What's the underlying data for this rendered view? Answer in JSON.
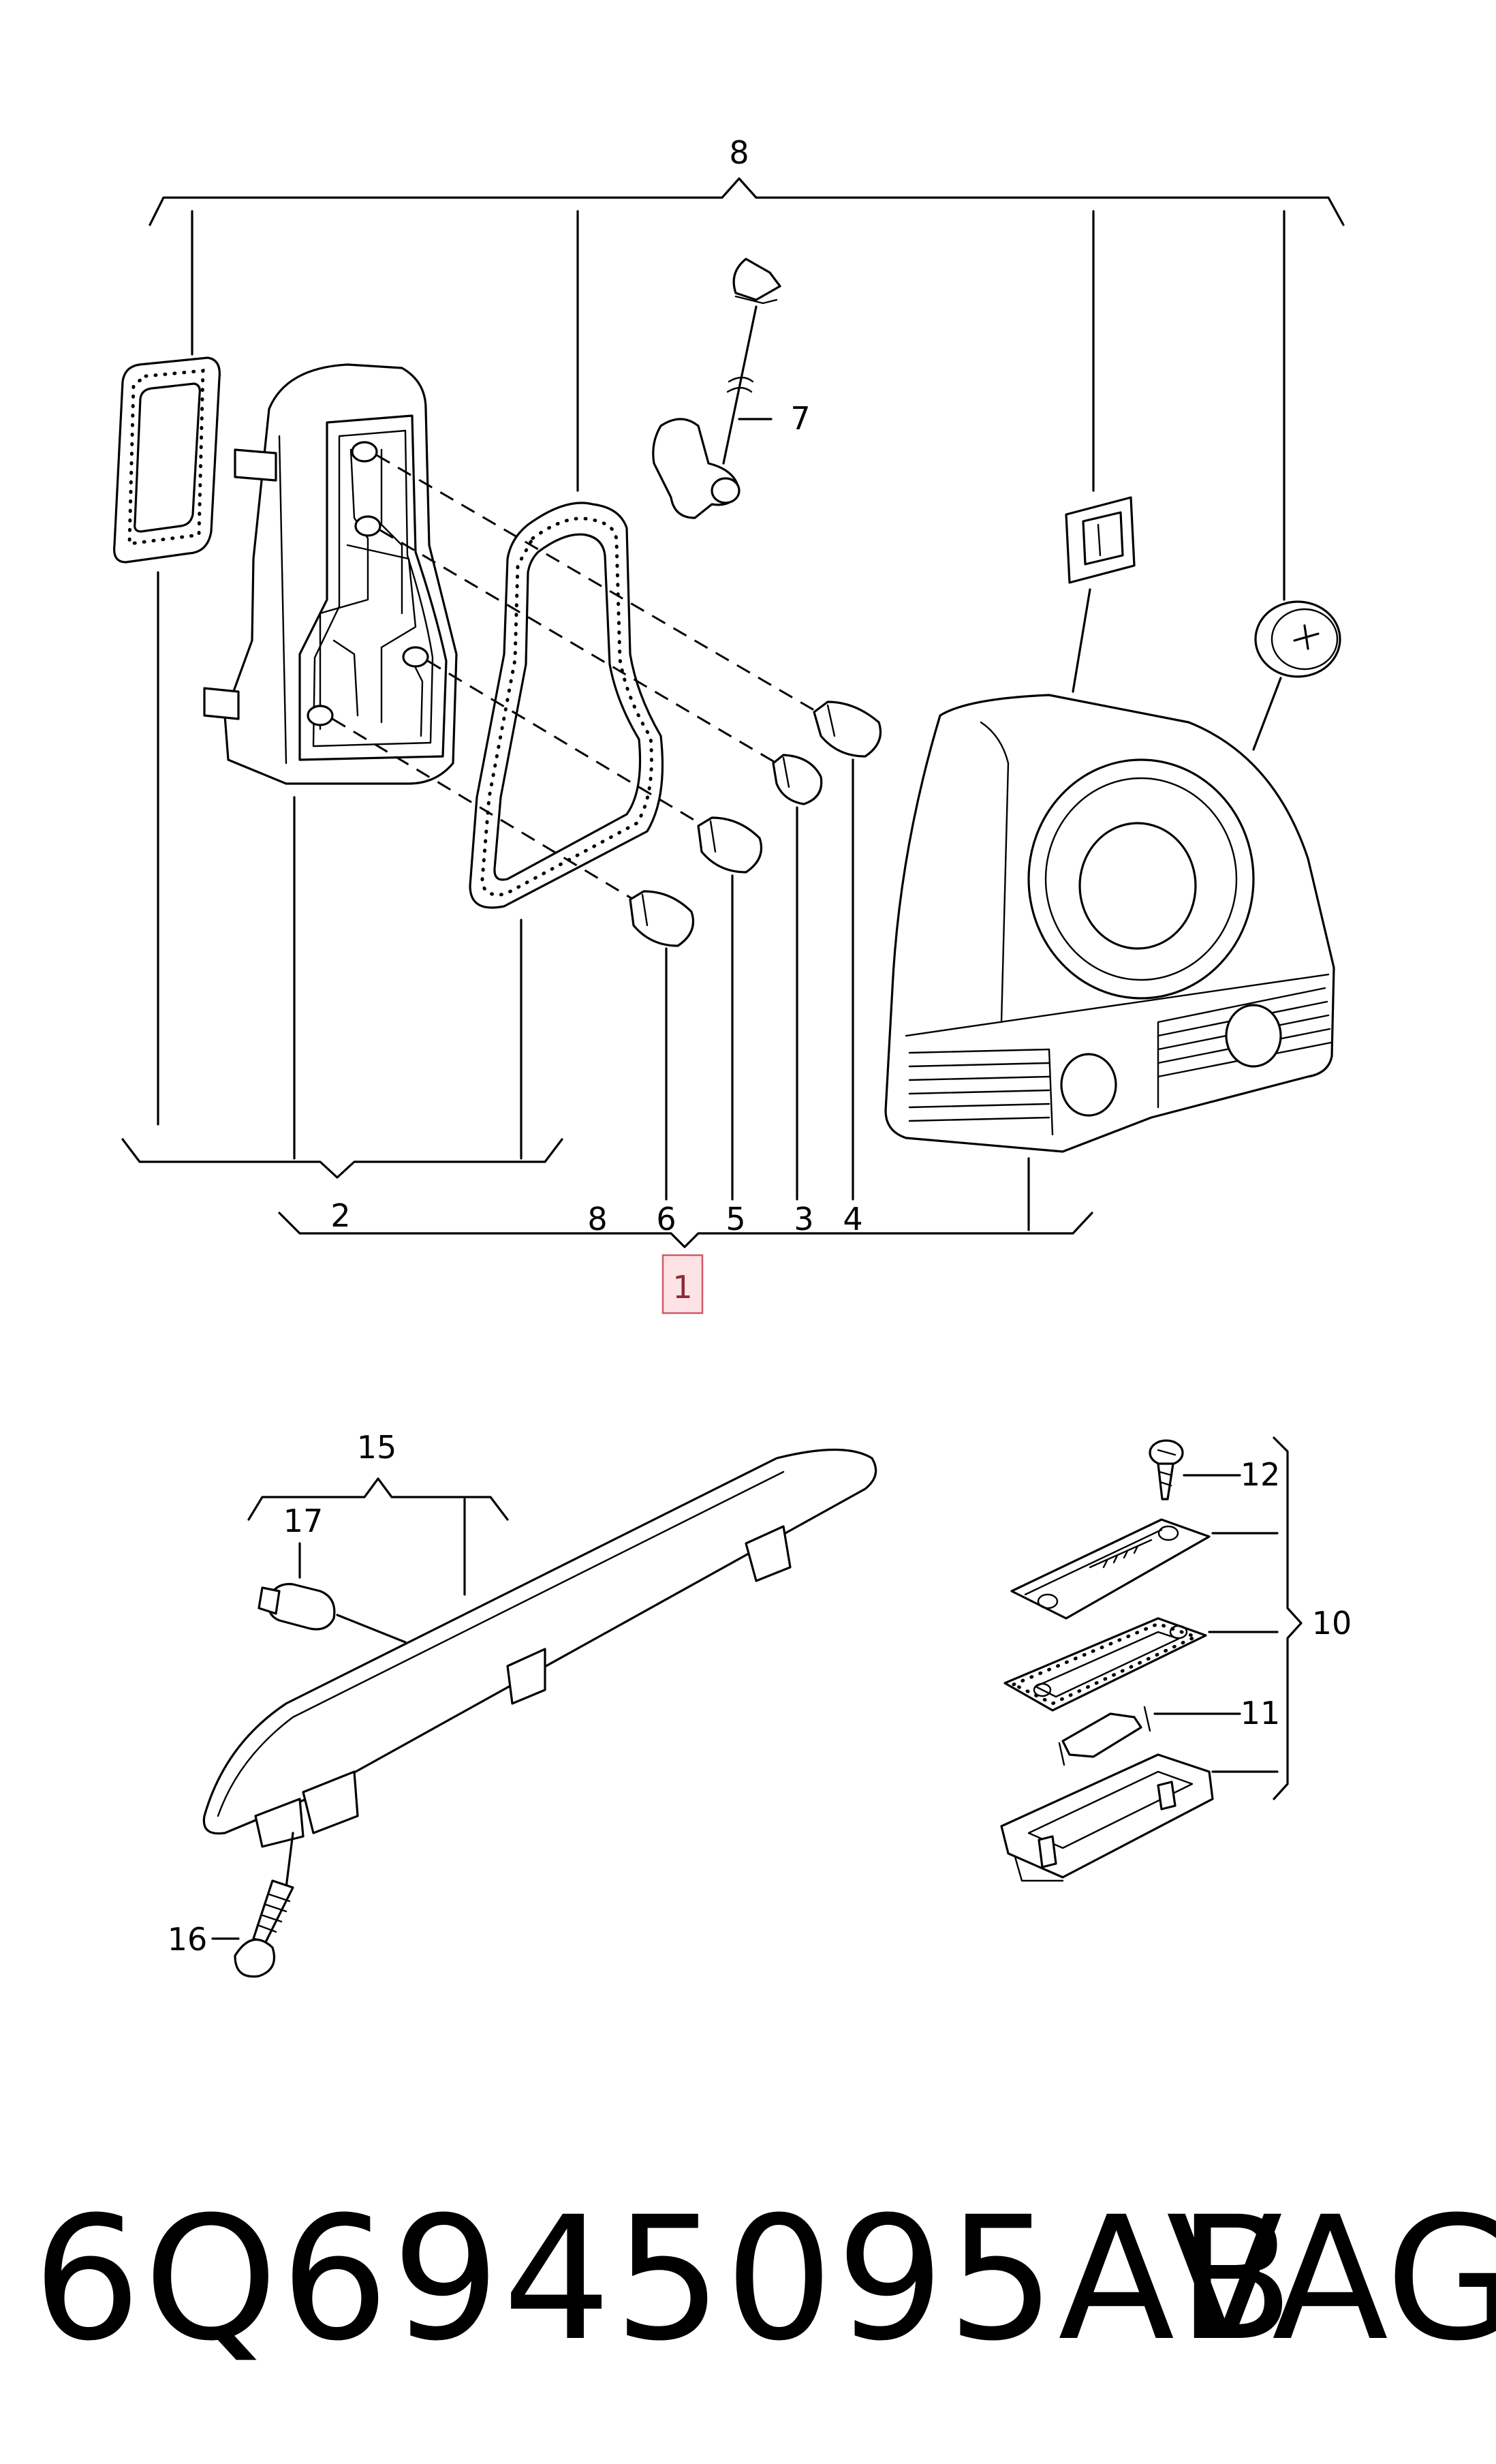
{
  "callouts": {
    "c1": "1",
    "c2": "2",
    "c3": "3",
    "c4": "4",
    "c5": "5",
    "c6": "6",
    "c7": "7",
    "c8_top": "8",
    "c8_bottom": "8",
    "c10": "10",
    "c11": "11",
    "c12": "12",
    "c15": "15",
    "c16": "16",
    "c17": "17"
  },
  "footer": {
    "part_number": "6Q6945095AB",
    "brand": "VAG"
  },
  "highlight_color": "#fde3e6"
}
